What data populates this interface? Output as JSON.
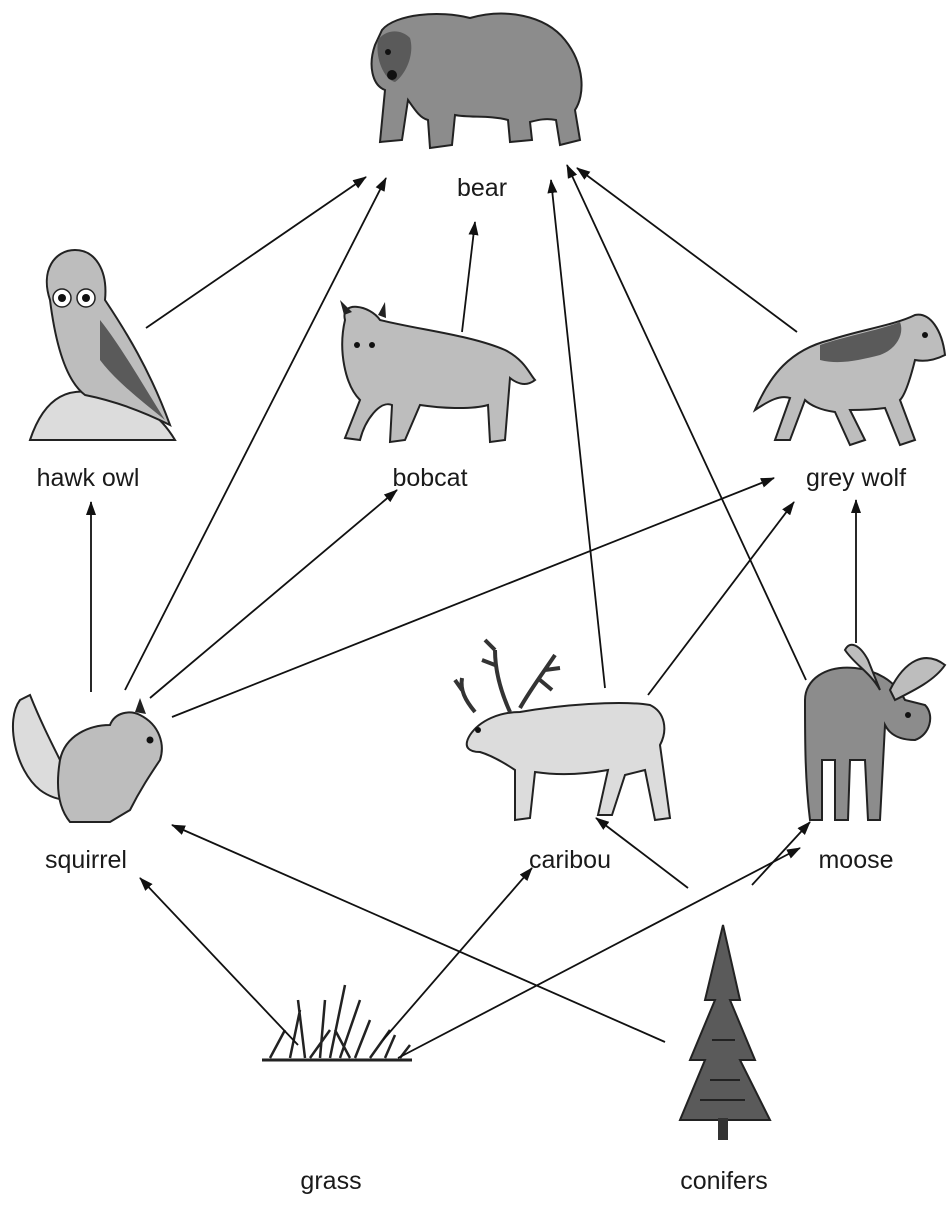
{
  "organisms": {
    "bear": "bear",
    "hawk_owl": "hawk owl",
    "bobcat": "bobcat",
    "grey_wolf": "grey wolf",
    "squirrel": "squirrel",
    "caribou": "caribou",
    "moose": "moose",
    "grass": "grass",
    "conifers": "conifers"
  },
  "links": [
    {
      "from": "grass",
      "to": "squirrel"
    },
    {
      "from": "grass",
      "to": "caribou"
    },
    {
      "from": "grass",
      "to": "moose"
    },
    {
      "from": "conifers",
      "to": "squirrel"
    },
    {
      "from": "conifers",
      "to": "caribou"
    },
    {
      "from": "conifers",
      "to": "moose"
    },
    {
      "from": "squirrel",
      "to": "hawk owl"
    },
    {
      "from": "squirrel",
      "to": "bear"
    },
    {
      "from": "squirrel",
      "to": "bobcat"
    },
    {
      "from": "squirrel",
      "to": "grey wolf"
    },
    {
      "from": "caribou",
      "to": "bear"
    },
    {
      "from": "caribou",
      "to": "grey wolf"
    },
    {
      "from": "moose",
      "to": "bear"
    },
    {
      "from": "moose",
      "to": "grey wolf"
    },
    {
      "from": "hawk owl",
      "to": "bear"
    },
    {
      "from": "bobcat",
      "to": "bear"
    },
    {
      "from": "grey wolf",
      "to": "bear"
    }
  ]
}
